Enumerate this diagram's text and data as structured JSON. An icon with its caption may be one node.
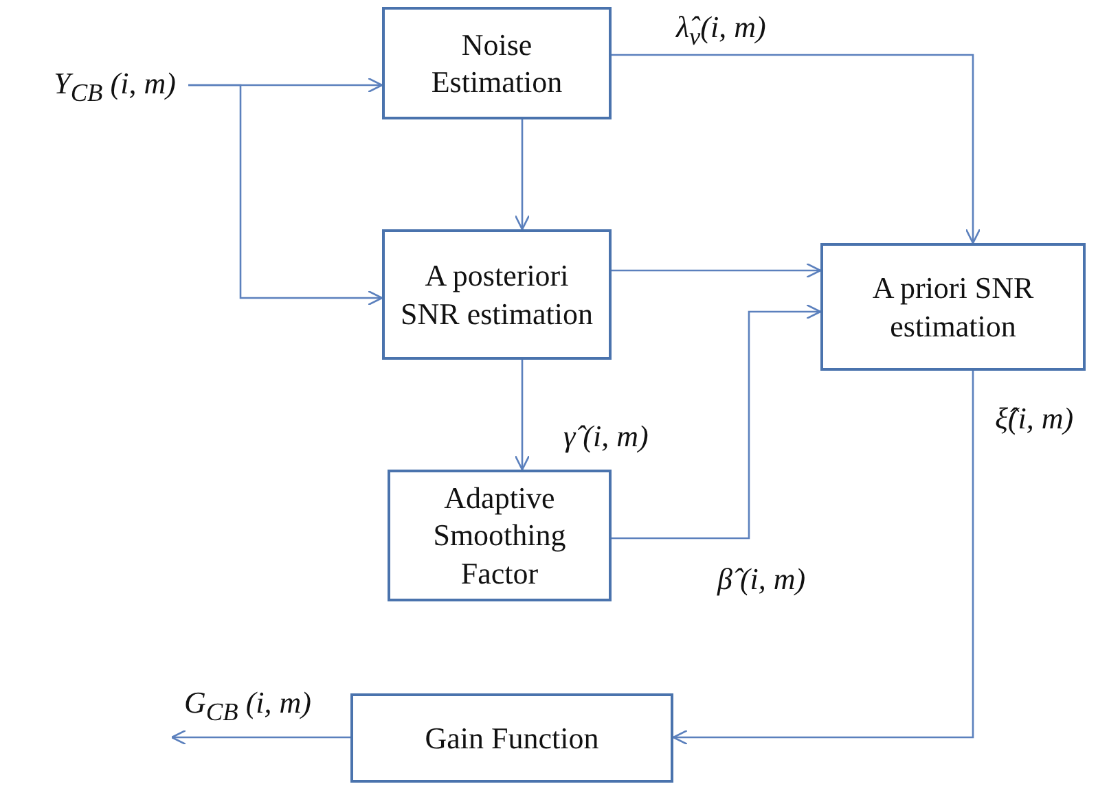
{
  "diagram": {
    "nodes": [
      {
        "text": [
          "Y$_{CB}$ (i, m)"
        ]
      },
      {
        "text": [
          "Noise Estimation"
        ]
      },
      {
        "text": [
          "A posteriori SNR estimation"
        ]
      },
      {
        "text": [
          "A priori SNR estimation"
        ]
      },
      {
        "text": [
          "Adaptive Smoothing Factor"
        ]
      },
      {
        "text": [
          "Gain Function"
        ]
      }
    ],
    "edges": [
      {
        "from": 0,
        "to": 1,
        "arrow": "to"
      },
      {
        "from": 0,
        "to": 2,
        "arrow": "to"
      },
      {
        "from": 1,
        "to": 2,
        "arrow": "to"
      },
      {
        "from": 1,
        "to": 3,
        "arrow": "to",
        "label": "λ̂$_{v}$(i, m)"
      },
      {
        "from": 2,
        "to": 3,
        "arrow": "to"
      },
      {
        "from": 2,
        "to": 4,
        "arrow": "to",
        "label": "γ̂ (i, m)"
      },
      {
        "from": 4,
        "to": 3,
        "arrow": "to",
        "label": "β̂ (i, m)"
      },
      {
        "from": 3,
        "to": 5,
        "arrow": "to",
        "label": "ξ̂(i, m)"
      },
      {
        "from": 5,
        "to": null,
        "arrow": "to",
        "label": "G$_{CB}$ (i, m)"
      }
    ]
  }
}
